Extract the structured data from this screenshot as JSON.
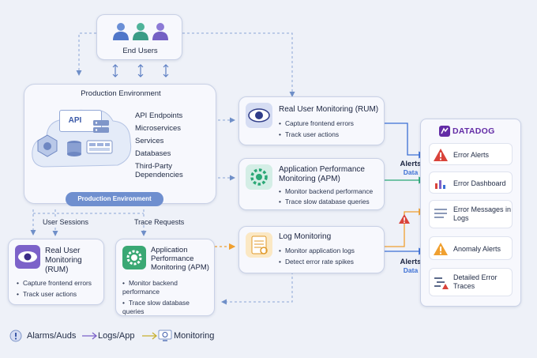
{
  "end_users": {
    "label": "End Users"
  },
  "production": {
    "title": "Production Environment",
    "api_label": "API",
    "components": [
      "API Endpoints",
      "Microservices",
      "Services",
      "Databases",
      "Third-Party Dependencies"
    ],
    "pill": "Production Environment"
  },
  "flows": {
    "user_sessions": "User Sessions",
    "trace_requests": "Trace Requests"
  },
  "bottom_cards": {
    "rum": {
      "title": "Real User Monitoring (RUM)",
      "items": [
        "Capture frontend errors",
        "Track user actions"
      ]
    },
    "apm": {
      "title": "Application Performance Monitoring (APM)",
      "items": [
        "Monitor backend performance",
        "Trace slow database queries"
      ]
    }
  },
  "mid_cards": {
    "rum": {
      "title": "Real User Monitoring (RUM)",
      "items": [
        "Capture frontend errors",
        "Track user actions"
      ]
    },
    "apm": {
      "title": "Application Performance Monitoring (APM)",
      "items": [
        "Monitor backend performance",
        "Trace slow database queries"
      ]
    },
    "logs": {
      "title": "Log Monitoring",
      "items": [
        "Monitor application logs",
        "Detect error rate spikes"
      ]
    }
  },
  "alert_labels": [
    {
      "line1": "Alerts",
      "line2": "Data"
    },
    {
      "line1": "Alerts",
      "line2": "Data"
    }
  ],
  "datadog": {
    "brand": "DATADOG",
    "items": [
      "Error Alerts",
      "Error Dashboard",
      "Error Messages in Logs",
      "Anomaly Alerts",
      "Detailed Error Traces"
    ]
  },
  "legend": {
    "alarms": "Alarms/Auds",
    "logs": "Logs/App",
    "monitoring": "Monitoring"
  },
  "colors": {
    "accent_blue": "#3b6fd4",
    "accent_green": "#2aa876",
    "accent_orange": "#f0a030",
    "alert_red": "#d9433a",
    "brand_purple": "#632ca6"
  }
}
